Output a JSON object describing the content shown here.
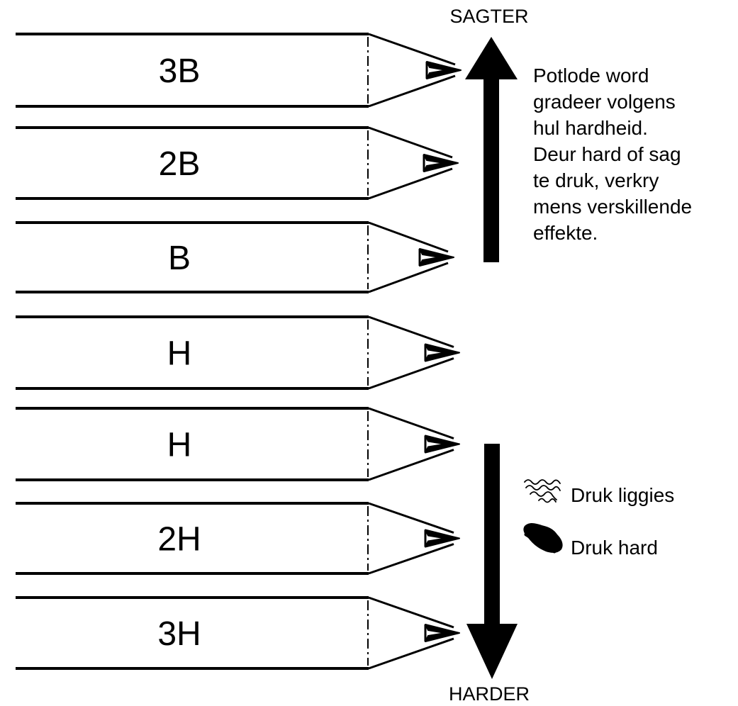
{
  "pencils": [
    {
      "grade": "3B"
    },
    {
      "grade": "2B"
    },
    {
      "grade": "B"
    },
    {
      "grade": "H"
    },
    {
      "grade": "H"
    },
    {
      "grade": "2H"
    },
    {
      "grade": "3H"
    }
  ],
  "scale": {
    "top_label": "SAGTER",
    "bottom_label": "HARDER"
  },
  "description": [
    "Potlode word",
    "gradeer volgens",
    "hul hardheid.",
    "Deur hard of sag",
    "te druk, verkry",
    "mens verskillende",
    "effekte."
  ],
  "legend": {
    "light": "Druk liggies",
    "hard": "Druk hard"
  },
  "colors": {
    "ink": "#000000",
    "paper": "#ffffff"
  }
}
